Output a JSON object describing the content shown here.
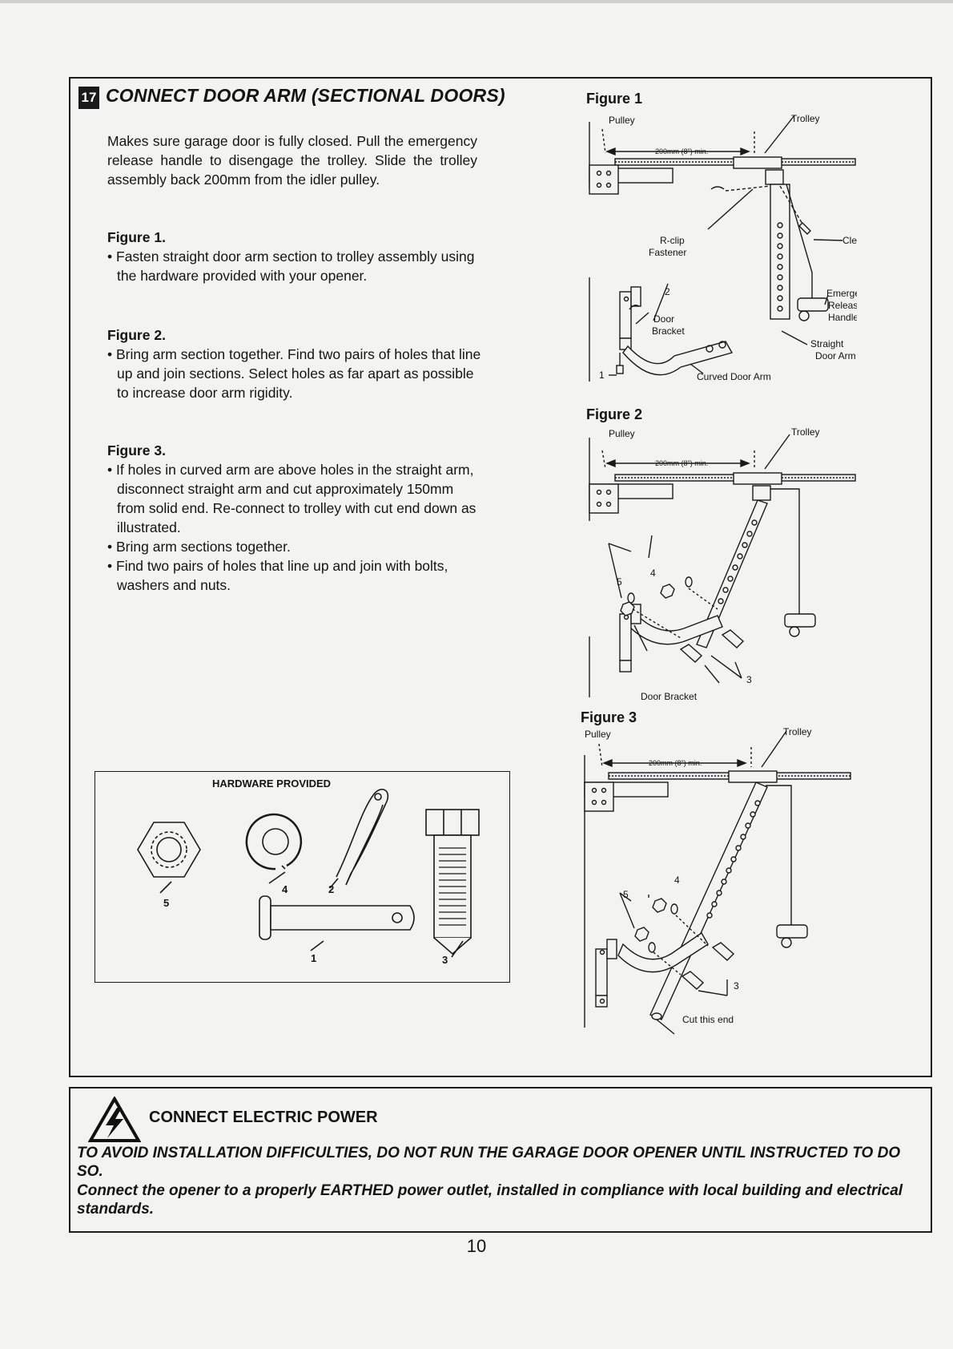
{
  "step": {
    "number": "17",
    "title": "CONNECT DOOR ARM (SECTIONAL DOORS)"
  },
  "intro": "Makes sure garage door is fully closed. Pull the emergency release handle to disengage the trolley. Slide the trolley assembly back 200mm from the idler pulley.",
  "sections": [
    {
      "heading": "Figure 1.",
      "bullets": [
        "Fasten straight door arm section to trolley assembly using the hardware provided with your opener."
      ]
    },
    {
      "heading": "Figure 2.",
      "bullets": [
        "Bring arm section together. Find two pairs of holes that line up and join sections. Select holes as far apart as possible to increase door arm rigidity."
      ]
    },
    {
      "heading": "Figure 3.",
      "bullets": [
        "If holes in curved arm are above holes in the straight arm, disconnect straight arm and cut approximately 150mm from solid end. Re-connect to trolley with cut end down as illustrated.",
        "Bring arm sections together.",
        "Find two pairs of holes that line up and join with bolts, washers and nuts."
      ]
    }
  ],
  "figures": {
    "fig1": {
      "title": "Figure 1",
      "pulley": "Pulley",
      "trolley": "Trolley",
      "distance": "200mm (8\") min.",
      "rclip": "R-clip",
      "fastener": "Fastener",
      "clevis": "Clevis Pin",
      "emergency": "Emergency",
      "release": "Release",
      "handle": "Handle",
      "straight": "Straight",
      "door_arm": "Door Arm",
      "door": "Door",
      "bracket": "Bracket",
      "curved": "Curved Door Arm",
      "n1": "1",
      "n2": "2"
    },
    "fig2": {
      "title": "Figure 2",
      "pulley": "Pulley",
      "trolley": "Trolley",
      "distance": "200mm (8\") min.",
      "door_bracket": "Door Bracket",
      "n3": "3",
      "n4": "4",
      "n5": "5"
    },
    "fig3": {
      "title": "Figure 3",
      "pulley": "Pulley",
      "trolley": "Trolley",
      "distance": "200mm (8\") min.",
      "cut": "Cut this end",
      "n3": "3",
      "n4": "4",
      "n5": "5"
    }
  },
  "hardware": {
    "title": "HARDWARE PROVIDED",
    "n1": "1",
    "n2": "2",
    "n3": "3",
    "n4": "4",
    "n5": "5"
  },
  "warning": {
    "title": "CONNECT ELECTRIC POWER",
    "line1": "TO AVOID INSTALLATION DIFFICULTIES, DO NOT RUN THE GARAGE DOOR OPENER UNTIL INSTRUCTED TO DO SO.",
    "line2": "Connect the opener to a properly EARTHED power outlet, installed in compliance with local building and electrical standards."
  },
  "page_number": "10"
}
